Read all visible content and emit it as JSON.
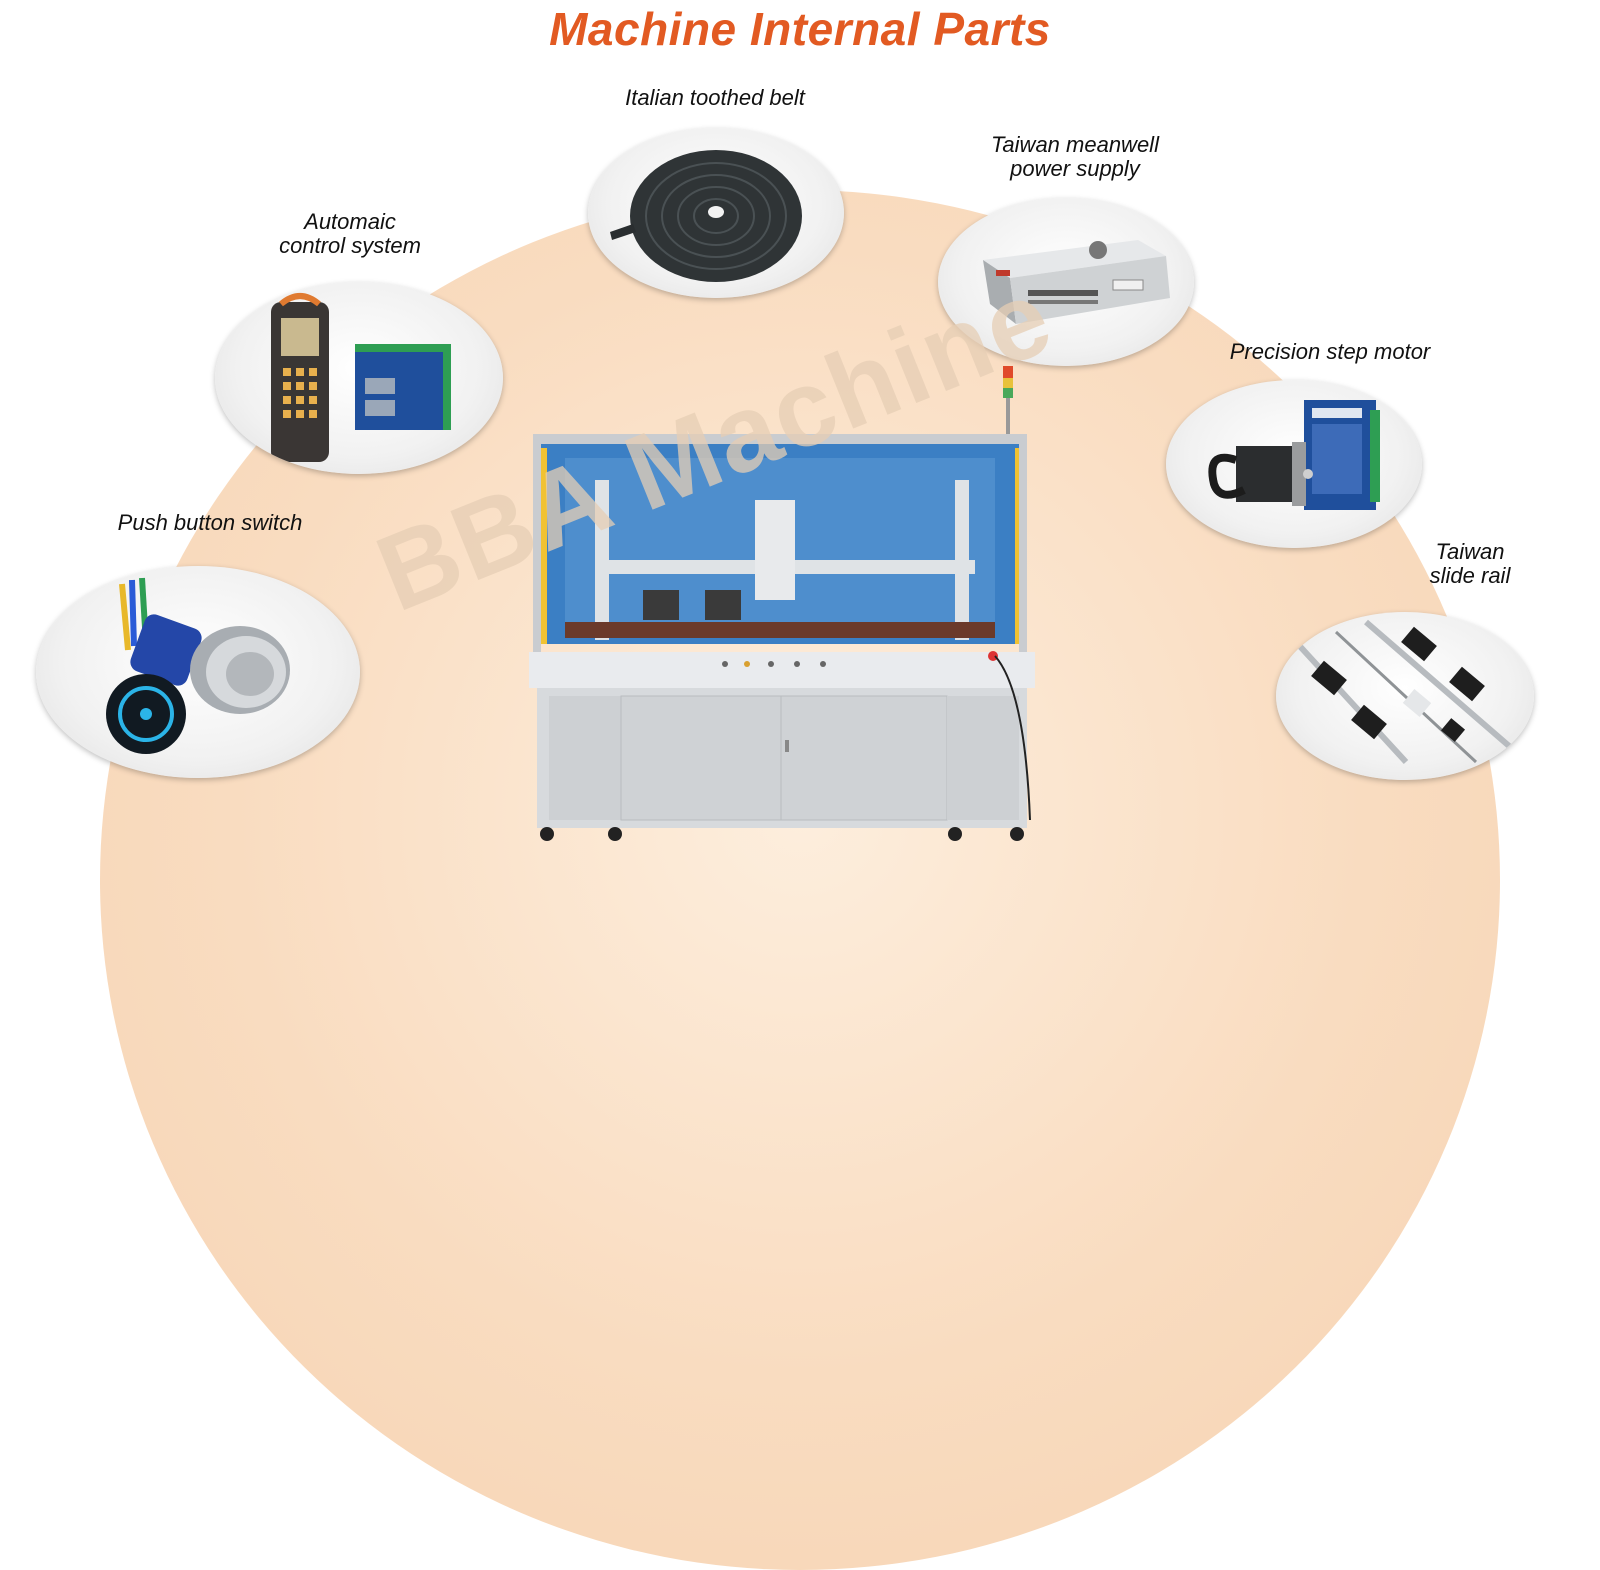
{
  "title": "Machine Internal Parts",
  "watermark": "BBA Machine",
  "parts": {
    "belt": {
      "label": "Italian toothed belt",
      "icon": "toothed-belt-icon"
    },
    "power": {
      "label_line1": "Taiwan meanwell",
      "label_line2": "power supply",
      "icon": "power-supply-icon"
    },
    "control": {
      "label_line1": "Automaic",
      "label_line2": "control system",
      "icon": "control-system-icon"
    },
    "motor": {
      "label": "Precision step motor",
      "icon": "step-motor-icon"
    },
    "button": {
      "label": "Push button switch",
      "icon": "push-button-icon"
    },
    "rail": {
      "label_line1": "Taiwan",
      "label_line2": "slide rail",
      "icon": "slide-rail-icon"
    }
  },
  "colors": {
    "title": "#e25a22",
    "arc": "#f9dcc0",
    "machine_frame": "#d7dadd",
    "machine_glass": "#3b7fc4",
    "safety_yellow": "#f1c232"
  }
}
